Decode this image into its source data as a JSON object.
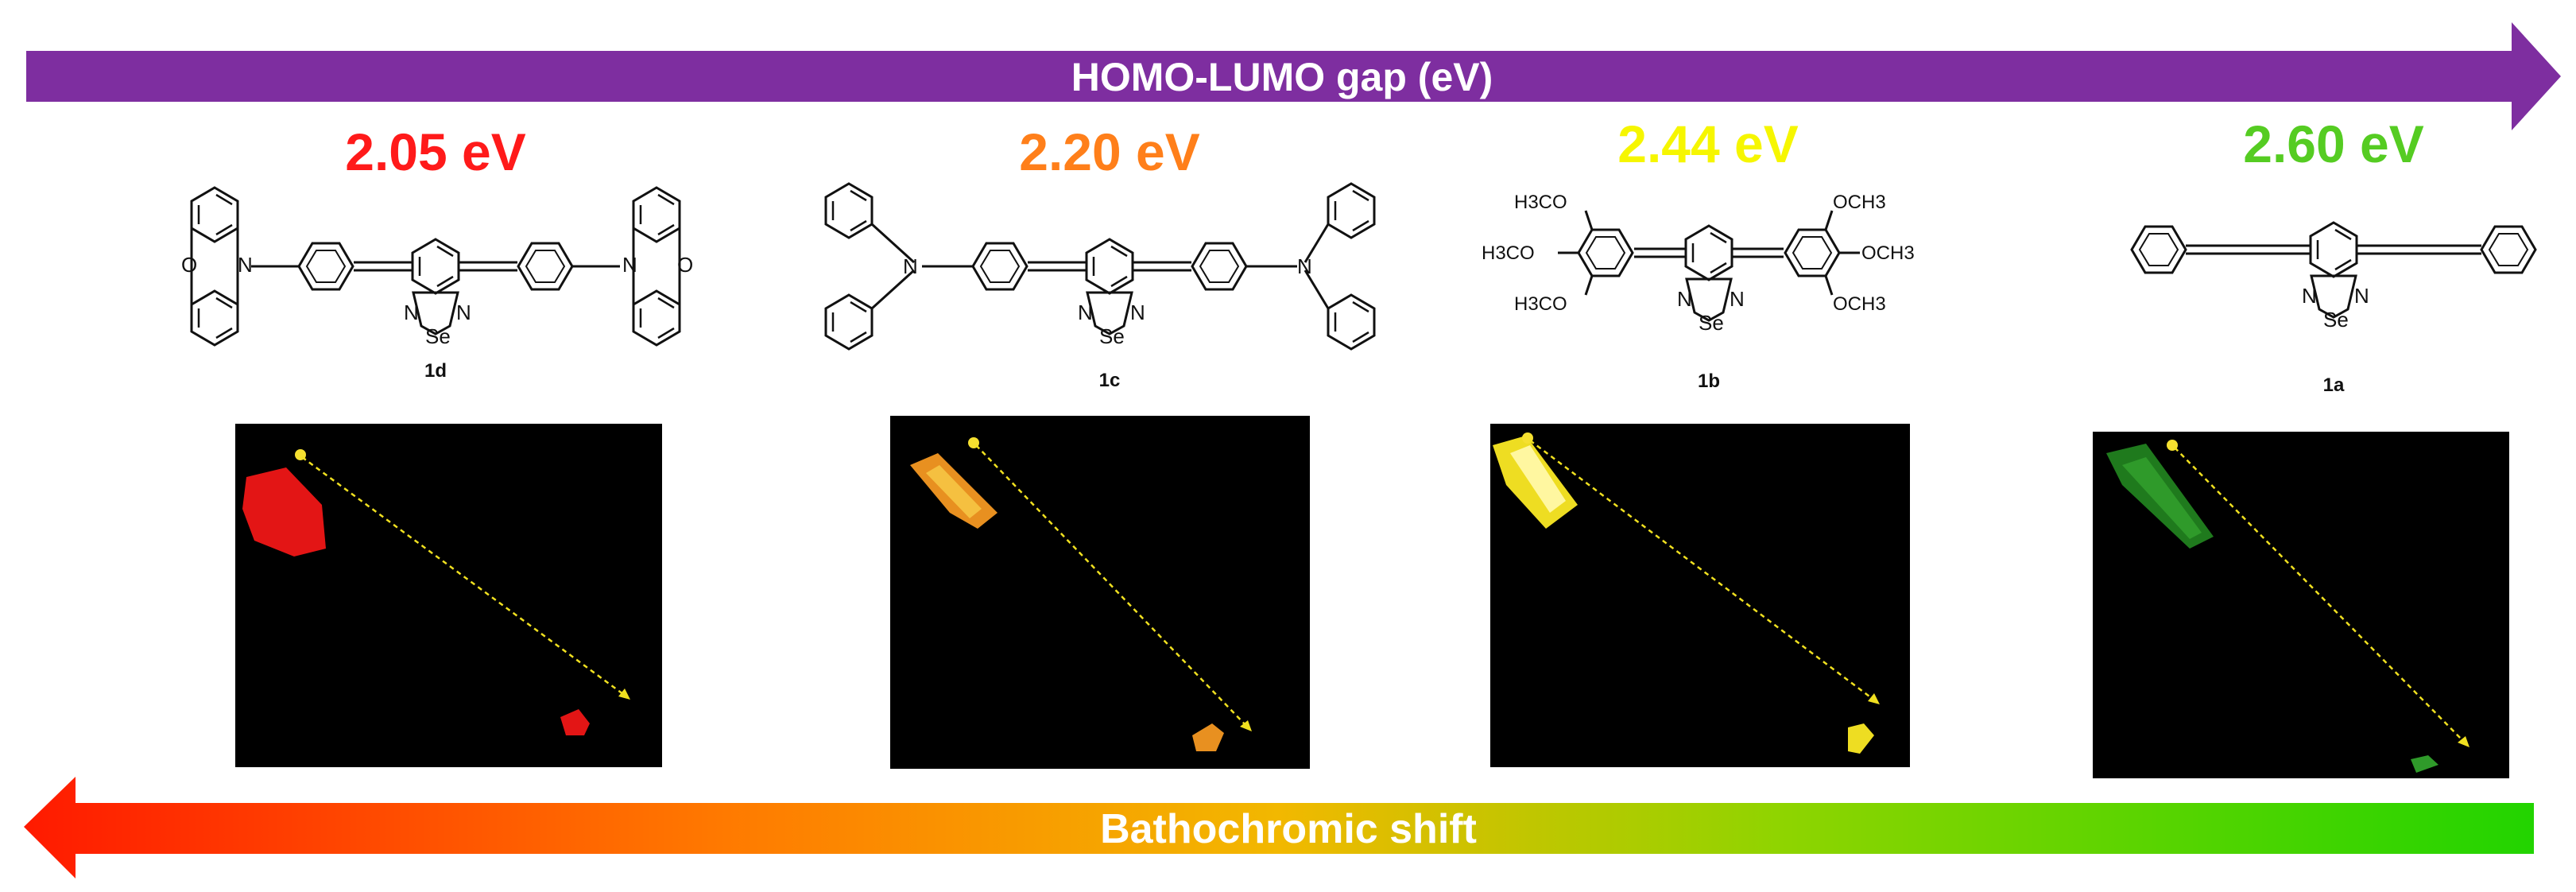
{
  "top_arrow": {
    "label": "HOMO-LUMO gap (eV)",
    "color": "#7e2ea0"
  },
  "bottom_arrow": {
    "label": "Bathochromic shift",
    "gradient": [
      "#ff1a00",
      "#ff7a00",
      "#f2b800",
      "#8fd400",
      "#22d400"
    ]
  },
  "compounds": [
    {
      "id": "1d",
      "energy": "2.05 eV",
      "energy_color": "#ff1a1a",
      "crystal_color": "#e31515"
    },
    {
      "id": "1c",
      "energy": "2.20 eV",
      "energy_color": "#ff7f1a",
      "crystal_color": "#e89020"
    },
    {
      "id": "1b",
      "energy": "2.44 eV",
      "energy_color": "#f6f600",
      "crystal_color": "#eedd22"
    },
    {
      "id": "1a",
      "energy": "2.60 eV",
      "energy_color": "#55cc22",
      "crystal_color": "#2f9a2a"
    }
  ],
  "structure_text": {
    "se": "Se",
    "n": "N",
    "o": "O",
    "ome_left_top": "H3CO",
    "ome_left_mid": "H3CO",
    "ome_left_bot": "H3CO",
    "ome_right_top": "OCH3",
    "ome_right_mid": "OCH3",
    "ome_right_bot": "OCH3"
  }
}
